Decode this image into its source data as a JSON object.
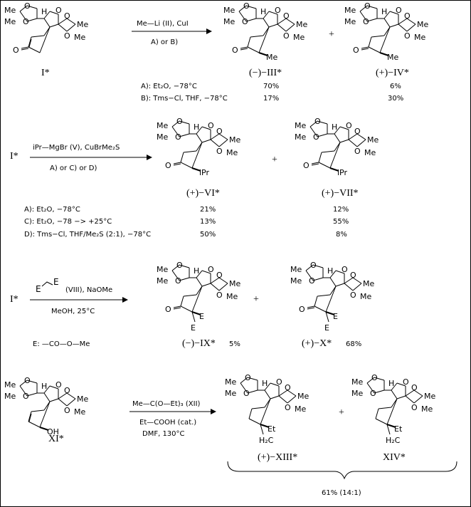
{
  "labels": {
    "compound_I": "I*",
    "compound_III": "(−)−III*",
    "compound_IV": "(+)−IV*",
    "compound_VI": "(+)−VI*",
    "compound_VII": "(+)−VII*",
    "compound_IX": "(−)−IX*",
    "compound_X": "(+)−X*",
    "compound_XI": "XI*",
    "compound_XIII": "(+)−XIII*",
    "compound_XIV": "XIV*"
  },
  "row1": {
    "start": "I*",
    "reagent": "Me—Li  (II), CuI",
    "options": "A) or B)",
    "plus": "+",
    "conditions": [
      {
        "label": "A): Et₂O, −78°C",
        "yield_a": "70%",
        "yield_b": "6%"
      },
      {
        "label": "B): Tms−Cl, THF, −78°C",
        "yield_a": "17%",
        "yield_b": "30%"
      }
    ]
  },
  "row2": {
    "start": "I*",
    "reagent": "iPr—MgBr  (V), CuBrMe₂S",
    "options": "A) or C) or D)",
    "plus": "+",
    "conditions": [
      {
        "label": "A): Et₂O, −78°C",
        "yield_a": "21%",
        "yield_b": "12%"
      },
      {
        "label": "C): Et₂O, −78 −> +25°C",
        "yield_a": "13%",
        "yield_b": "55%"
      },
      {
        "label": "D): Tms−Cl, THF/Me₂S (2:1), −78°C",
        "yield_a": "50%",
        "yield_b": "8%"
      }
    ]
  },
  "row3": {
    "start": "I*",
    "reagent": "(VIII), NaOMe",
    "solvent": "MeOH, 25°C",
    "legend": "E: —CO—O—Me",
    "plus": "+",
    "yield_IX": "5%",
    "yield_X": "68%"
  },
  "row4": {
    "reagent": "Me—C(O—Et)₃ (XII)",
    "catalyst": "Et—COOH (cat.)",
    "solvent": "DMF, 130°C",
    "plus": "+",
    "total_yield": "61% (14:1)"
  },
  "atoms": {
    "Me": "Me",
    "O": "O",
    "H": "H",
    "E": "E",
    "iPr": "iPr",
    "OH": "OH",
    "Et": "Et",
    "H2C": "H₂C"
  }
}
